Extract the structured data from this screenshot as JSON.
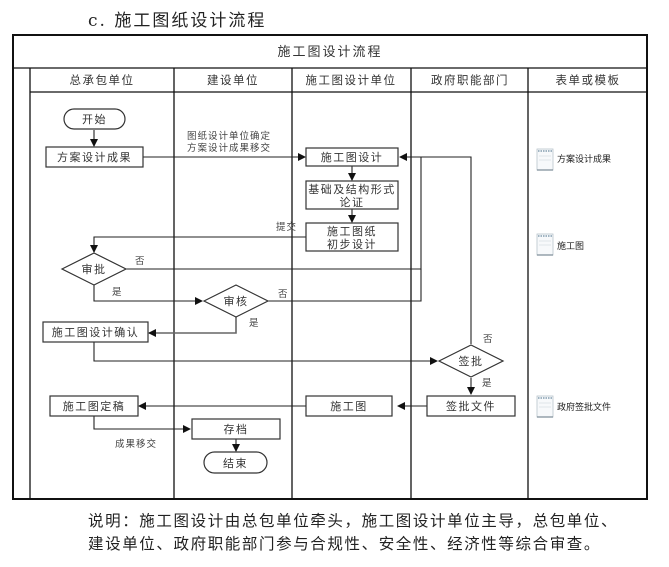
{
  "caption": "c. 施工图纸设计流程",
  "diagram": {
    "title": "施工图设计流程",
    "lanes": [
      "总承包单位",
      "建设单位",
      "施工图设计单位",
      "政府职能部门",
      "表单或模板"
    ],
    "nodes": {
      "start": "开始",
      "scheme_result": "方案设计成果",
      "design": "施工图设计",
      "foundation_line1": "基础及结构形式",
      "foundation_line2": "论证",
      "prelim_line1": "施工图纸",
      "prelim_line2": "初步设计",
      "approve": "审批",
      "review": "审核",
      "confirm": "施工图设计确认",
      "sign": "签批",
      "sign_doc": "签批文件",
      "drawing": "施工图",
      "final": "施工图定稿",
      "archive": "存档",
      "end": "结束"
    },
    "edge_labels": {
      "handover_line1": "图纸设计单位确定",
      "handover_line2": "方案设计成果移交",
      "submit": "提交",
      "no_approve": "否",
      "yes_approve": "是",
      "no_review": "否",
      "yes_review": "是",
      "no_sign": "否",
      "yes_sign": "是",
      "deliver": "成果移交"
    },
    "forms": [
      {
        "icon": "document-icon",
        "label": "方案设计成果"
      },
      {
        "icon": "document-icon",
        "label": "施工图"
      },
      {
        "icon": "document-icon",
        "label": "政府签批文件"
      }
    ]
  },
  "note_line1": "说明：施工图设计由总包单位牵头，施工图设计单位主导，总包单位、",
  "note_line2": "建设单位、政府职能部门参与合规性、安全性、经济性等综合审查。"
}
